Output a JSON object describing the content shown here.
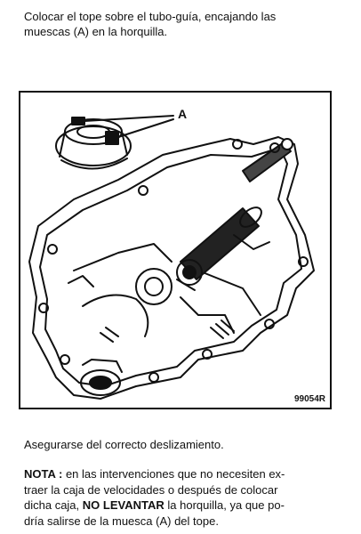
{
  "intro": {
    "line1": "Colocar el tope sobre el tubo-guía, encajando las",
    "line2": "muescas (A) en la horquilla."
  },
  "figure": {
    "callout_label": "A",
    "code": "99054R",
    "icon": "clutch-release-bearing-gearbox-illustration"
  },
  "check_text": "Asegurarse del correcto deslizamiento.",
  "note": {
    "label": "NOTA :",
    "text1": "en las intervenciones que no necesiten ex-",
    "line2": "traer la caja de velocidades o después de colocar",
    "line3_a": "dicha caja,",
    "line3_bold": "NO LEVANTAR",
    "line3_b": "la horquilla, ya que po-",
    "line4": "dría salirse de la muesca (A) del tope."
  }
}
